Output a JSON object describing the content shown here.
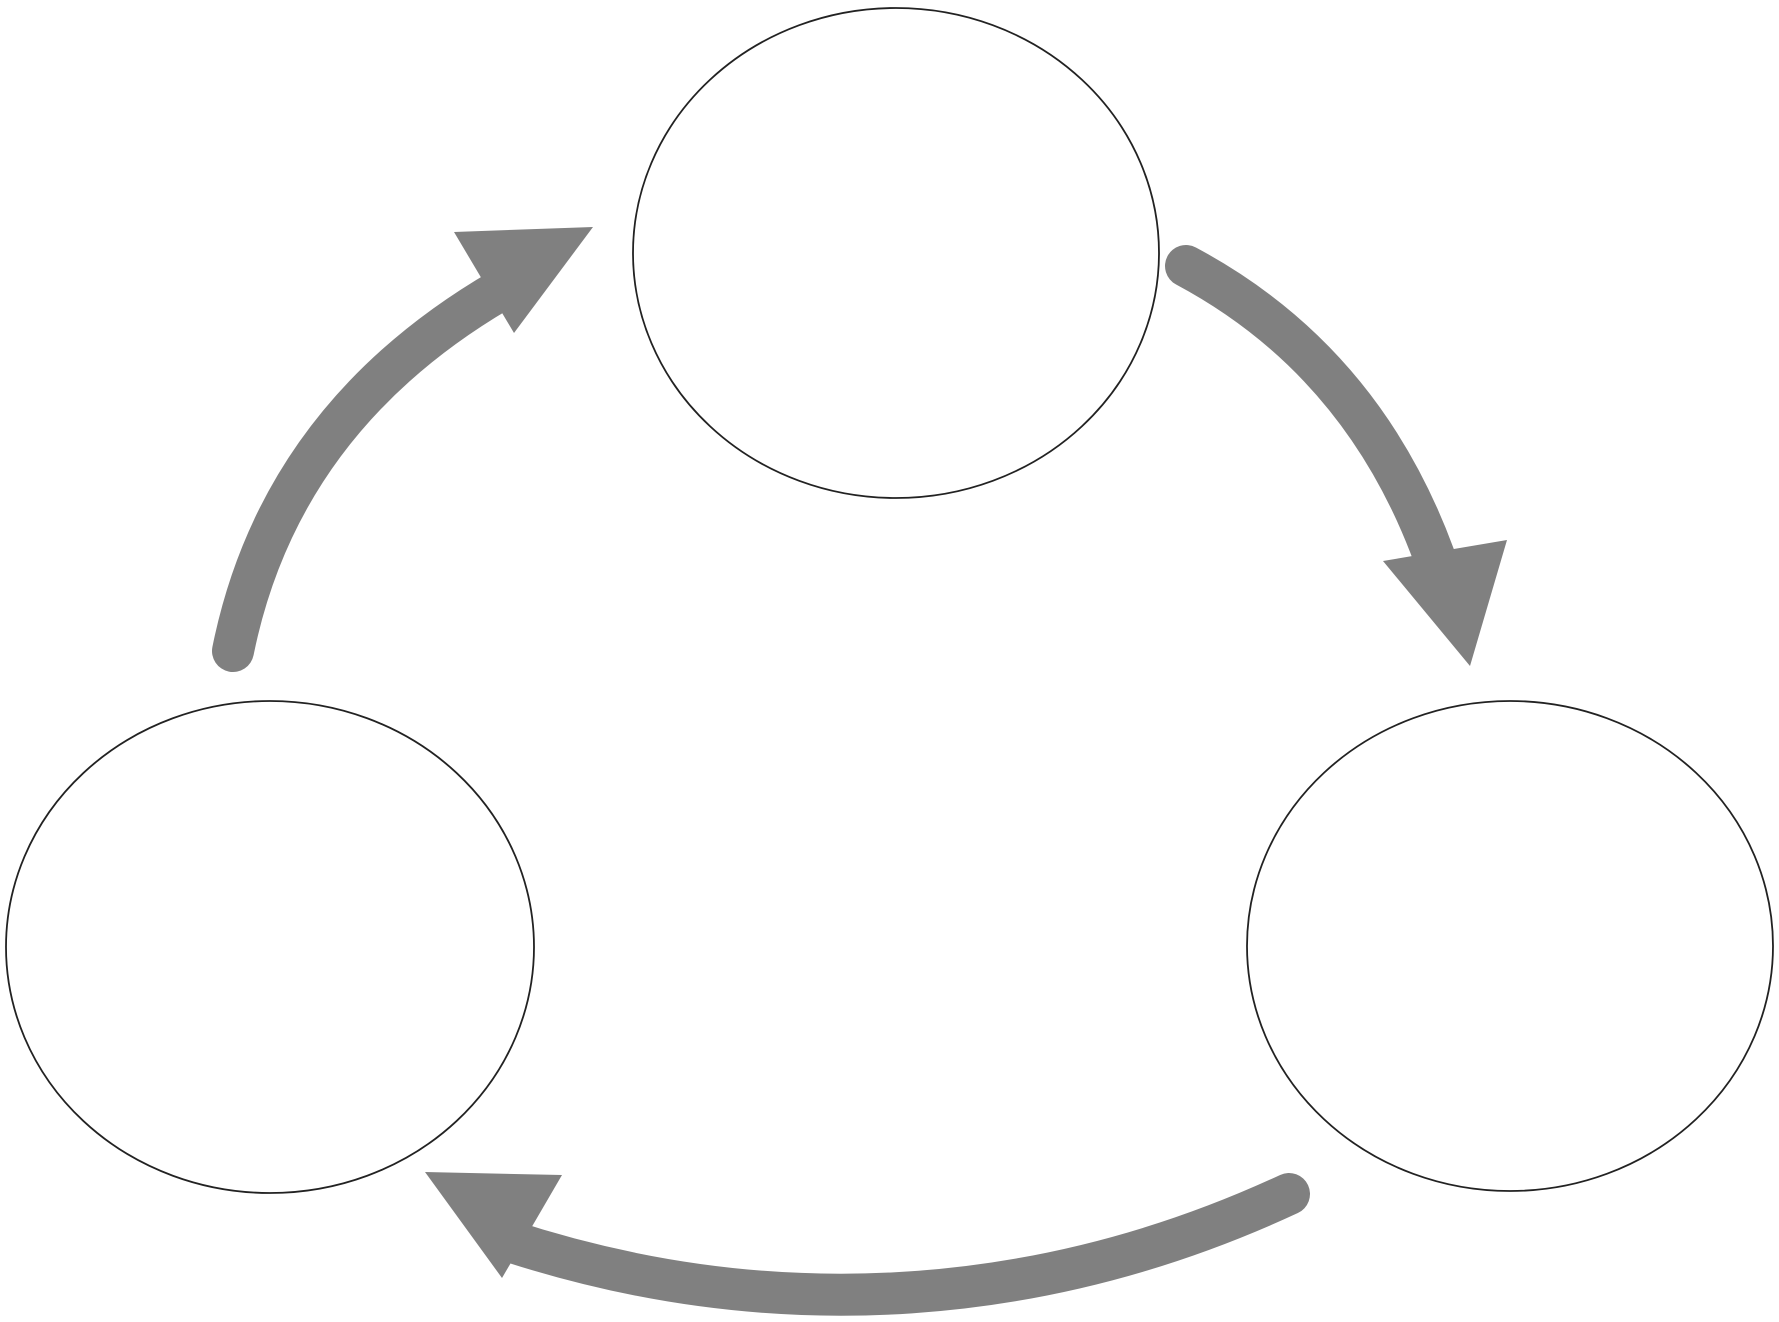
{
  "diagram": {
    "type": "cycle",
    "node_count": 3,
    "nodes": [
      {
        "id": "top",
        "label": ""
      },
      {
        "id": "bottom-right",
        "label": ""
      },
      {
        "id": "bottom-left",
        "label": ""
      }
    ],
    "arrows": [
      {
        "from": "top",
        "to": "bottom-right",
        "direction": "clockwise"
      },
      {
        "from": "bottom-right",
        "to": "bottom-left",
        "direction": "clockwise"
      },
      {
        "from": "bottom-left",
        "to": "top",
        "direction": "clockwise"
      }
    ],
    "colors": {
      "background": "#ffffff",
      "node_fill": "#ffffff",
      "node_stroke": "#222222",
      "arrow": "#808080"
    }
  }
}
